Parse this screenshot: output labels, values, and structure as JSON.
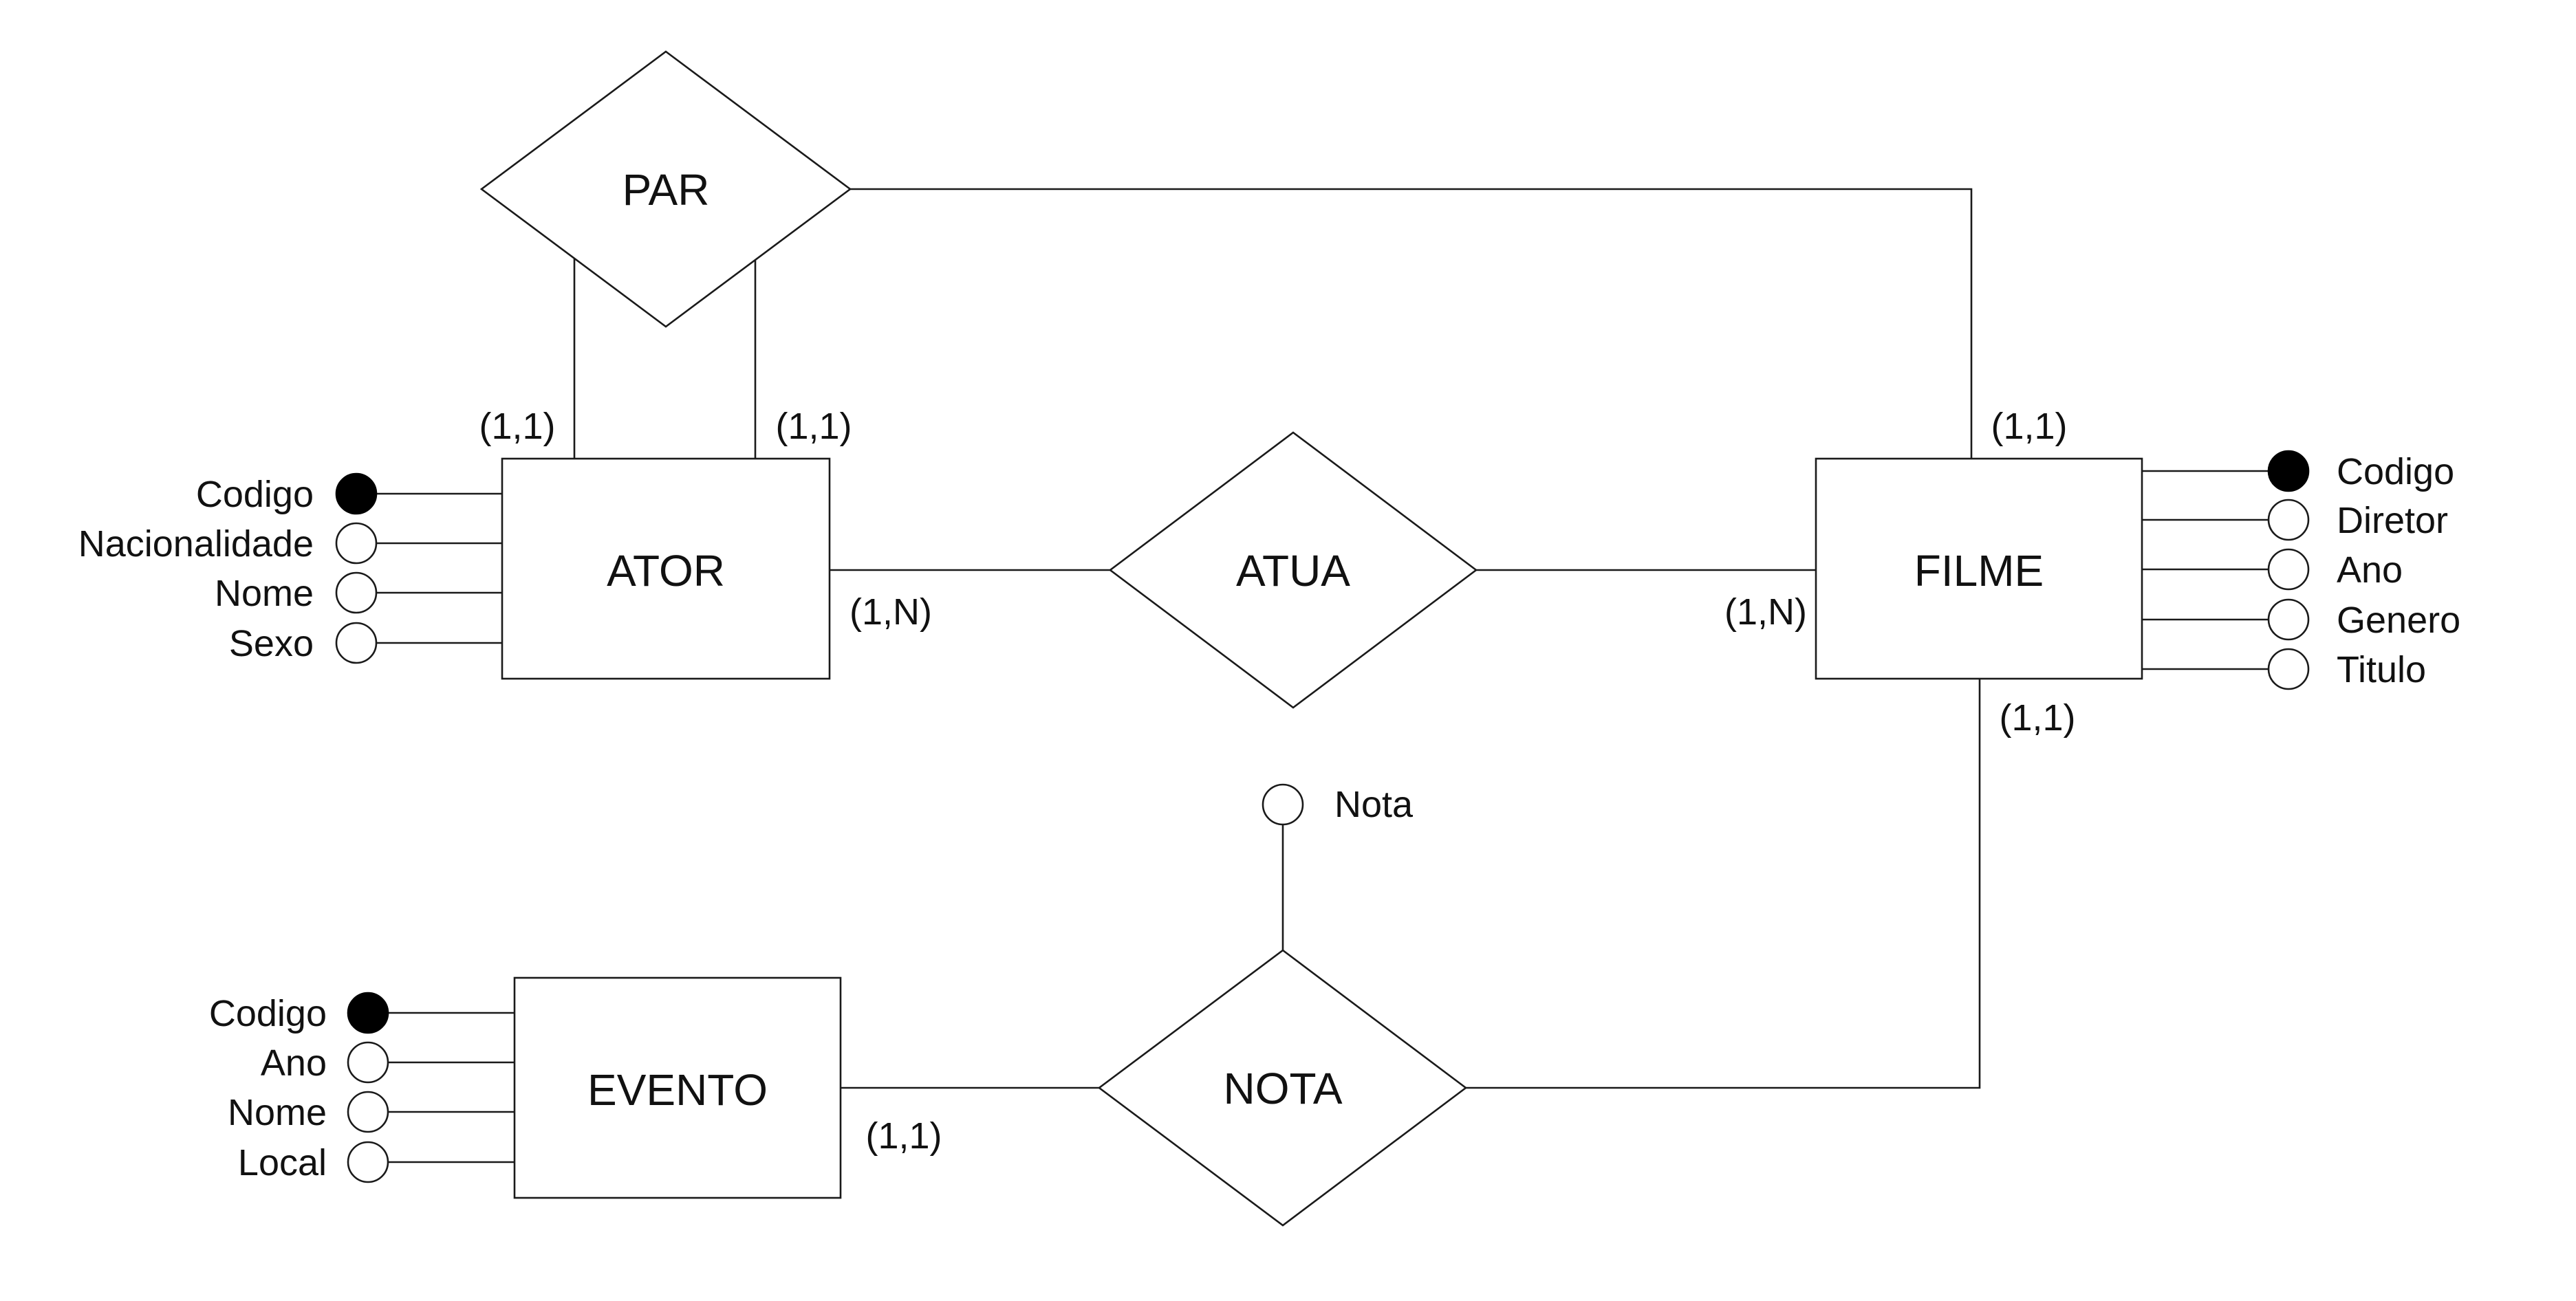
{
  "entities": {
    "ator": {
      "name": "ATOR",
      "attributes": [
        {
          "name": "Codigo",
          "key": true
        },
        {
          "name": "Nacionalidade",
          "key": false
        },
        {
          "name": "Nome",
          "key": false
        },
        {
          "name": "Sexo",
          "key": false
        }
      ]
    },
    "filme": {
      "name": "FILME",
      "attributes": [
        {
          "name": "Codigo",
          "key": true
        },
        {
          "name": "Diretor",
          "key": false
        },
        {
          "name": "Ano",
          "key": false
        },
        {
          "name": "Genero",
          "key": false
        },
        {
          "name": "Titulo",
          "key": false
        }
      ]
    },
    "evento": {
      "name": "EVENTO",
      "attributes": [
        {
          "name": "Codigo",
          "key": true
        },
        {
          "name": "Ano",
          "key": false
        },
        {
          "name": "Nome",
          "key": false
        },
        {
          "name": "Local",
          "key": false
        }
      ]
    }
  },
  "relationships": {
    "par": {
      "name": "PAR"
    },
    "atua": {
      "name": "ATUA"
    },
    "nota": {
      "name": "NOTA",
      "attribute": "Nota"
    }
  },
  "cardinalities": {
    "par_ator_left": "(1,1)",
    "par_ator_right": "(1,1)",
    "par_filme": "(1,1)",
    "atua_ator": "(1,N)",
    "atua_filme": "(1,N)",
    "nota_filme": "(1,1)",
    "nota_evento": "(1,1)"
  }
}
